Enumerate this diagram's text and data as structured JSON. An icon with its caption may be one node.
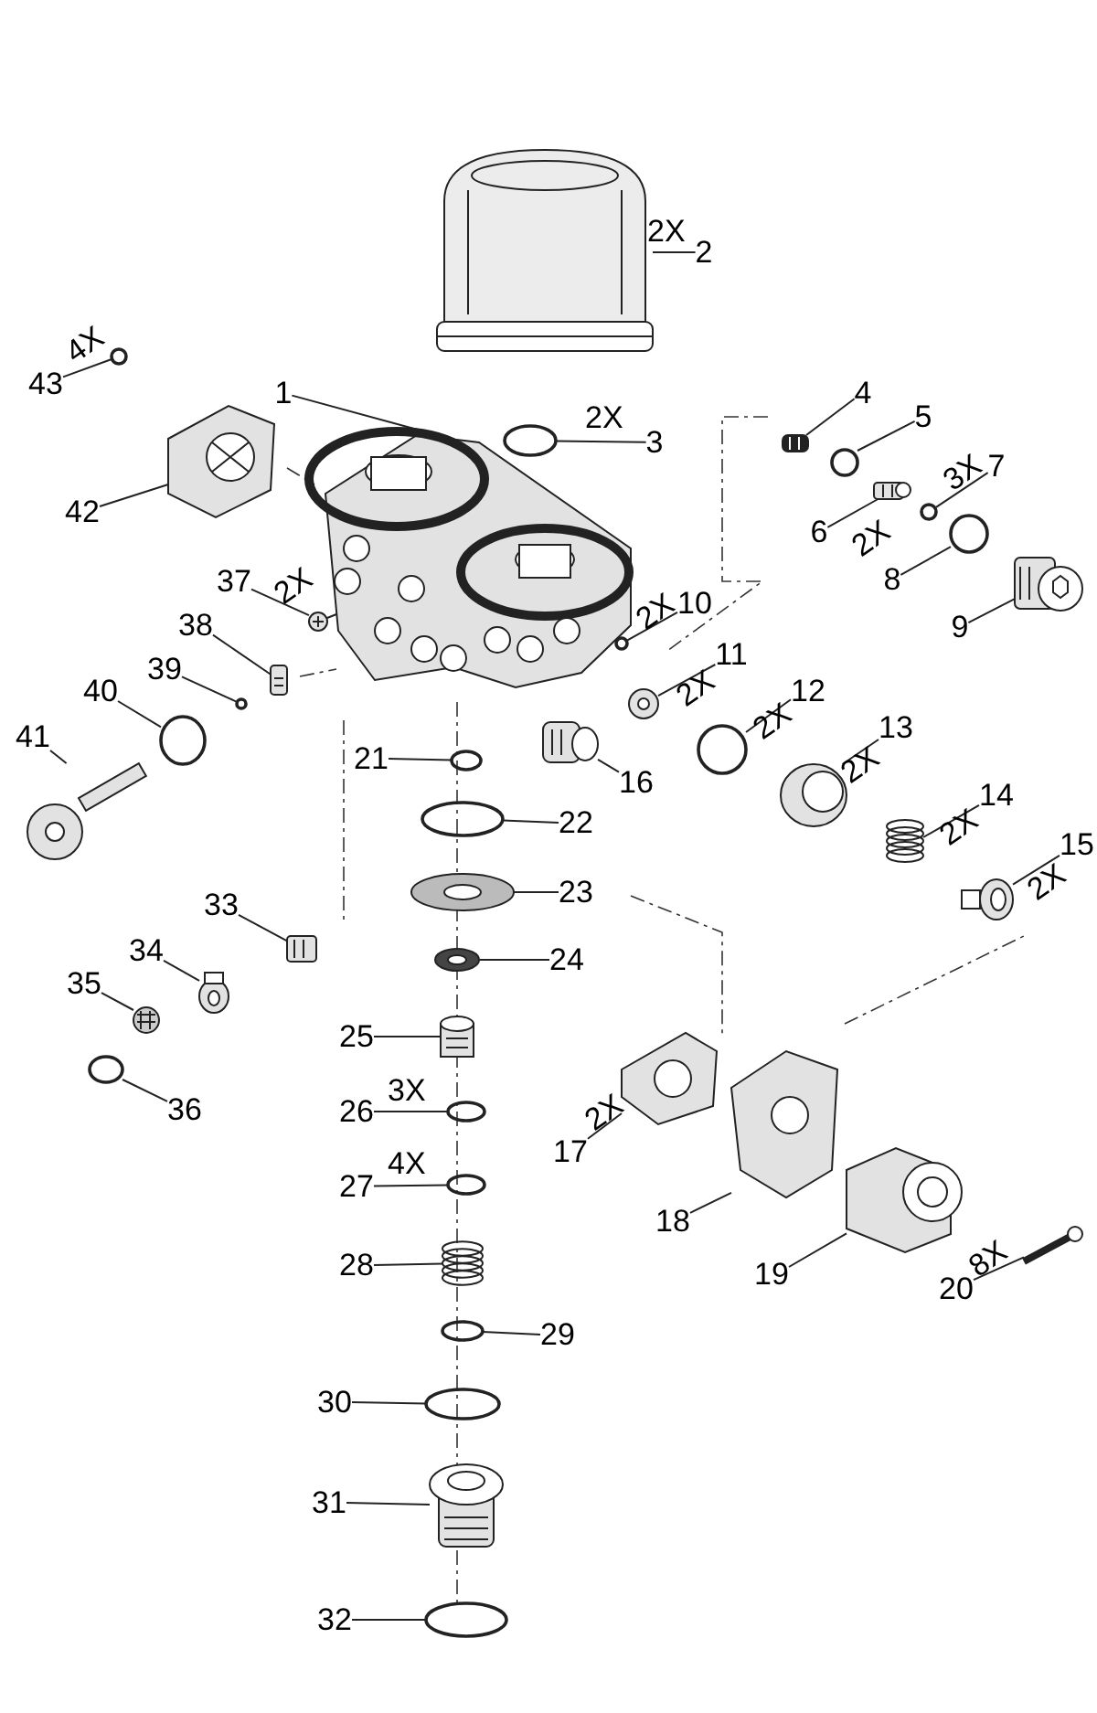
{
  "diagram": {
    "nodes": [
      {
        "text": [
          "1"
        ]
      },
      {
        "text": [
          "2"
        ],
        "beside": [
          "2X"
        ]
      },
      {
        "text": [
          "3"
        ],
        "beside": [
          "2X"
        ]
      },
      {
        "text": [
          "4"
        ]
      },
      {
        "text": [
          "5"
        ]
      },
      {
        "text": [
          "6"
        ],
        "beside": [
          "2X"
        ]
      },
      {
        "text": [
          "7"
        ],
        "beside": [
          "3X"
        ]
      },
      {
        "text": [
          "8"
        ]
      },
      {
        "text": [
          "9"
        ]
      },
      {
        "text": [
          "10"
        ],
        "beside": [
          "2X"
        ]
      },
      {
        "text": [
          "11"
        ],
        "beside": [
          "2X"
        ]
      },
      {
        "text": [
          "12"
        ],
        "beside": [
          "2X"
        ]
      },
      {
        "text": [
          "13"
        ],
        "beside": [
          "2X"
        ]
      },
      {
        "text": [
          "14"
        ],
        "beside": [
          "2X"
        ]
      },
      {
        "text": [
          "15"
        ],
        "beside": [
          "2X"
        ]
      },
      {
        "text": [
          "16"
        ]
      },
      {
        "text": [
          "17"
        ],
        "beside": [
          "2X"
        ]
      },
      {
        "text": [
          "18"
        ]
      },
      {
        "text": [
          "19"
        ]
      },
      {
        "text": [
          "20"
        ],
        "beside": [
          "8X"
        ]
      },
      {
        "text": [
          "21"
        ]
      },
      {
        "text": [
          "22"
        ]
      },
      {
        "text": [
          "23"
        ]
      },
      {
        "text": [
          "24"
        ]
      },
      {
        "text": [
          "25"
        ]
      },
      {
        "text": [
          "26"
        ],
        "beside": [
          "3X"
        ]
      },
      {
        "text": [
          "27"
        ],
        "beside": [
          "4X"
        ]
      },
      {
        "text": [
          "28"
        ]
      },
      {
        "text": [
          "29"
        ]
      },
      {
        "text": [
          "30"
        ]
      },
      {
        "text": [
          "31"
        ]
      },
      {
        "text": [
          "32"
        ]
      },
      {
        "text": [
          "33"
        ]
      },
      {
        "text": [
          "34"
        ]
      },
      {
        "text": [
          "35"
        ]
      },
      {
        "text": [
          "36"
        ]
      },
      {
        "text": [
          "37"
        ],
        "beside": [
          "2X"
        ]
      },
      {
        "text": [
          "38"
        ]
      },
      {
        "text": [
          "39"
        ]
      },
      {
        "text": [
          "40"
        ]
      },
      {
        "text": [
          "41"
        ]
      },
      {
        "text": [
          "42"
        ]
      },
      {
        "text": [
          "43"
        ],
        "beside": [
          "4X"
        ]
      },
      {
        "text": [],
        "shape": "picture"
      },
      {
        "text": [],
        "shape": "picture"
      },
      {
        "text": [],
        "shape": "circle"
      },
      {
        "text": [],
        "shape": "picture"
      },
      {
        "text": [],
        "shape": "circle"
      },
      {
        "text": [],
        "shape": "picture"
      },
      {
        "text": [],
        "shape": "circle"
      },
      {
        "text": [],
        "shape": "circle"
      },
      {
        "text": [],
        "shape": "picture"
      },
      {
        "text": [],
        "shape": "circle"
      },
      {
        "text": [],
        "shape": "picture"
      },
      {
        "text": [],
        "shape": "circle"
      },
      {
        "text": [],
        "shape": "picture"
      },
      {
        "text": [],
        "shape": "picture"
      },
      {
        "text": [],
        "shape": "picture"
      },
      {
        "text": [],
        "shape": "picture"
      },
      {
        "text": [],
        "shape": "picture"
      },
      {
        "text": [],
        "shape": "picture"
      },
      {
        "text": [],
        "shape": "picture"
      },
      {
        "text": [],
        "shape": "picture"
      },
      {
        "text": [],
        "shape": "circle"
      },
      {
        "text": [],
        "shape": "circle"
      },
      {
        "text": [],
        "shape": "picture"
      },
      {
        "text": [],
        "shape": "picture"
      },
      {
        "text": [],
        "shape": "picture"
      },
      {
        "text": [],
        "shape": "circle"
      },
      {
        "text": [],
        "shape": "circle"
      },
      {
        "text": [],
        "shape": "picture"
      },
      {
        "text": [],
        "shape": "circle"
      },
      {
        "text": [],
        "shape": "circle"
      },
      {
        "text": [],
        "shape": "picture"
      },
      {
        "text": [],
        "shape": "circle"
      },
      {
        "text": [],
        "shape": "picture"
      },
      {
        "text": [],
        "shape": "picture"
      },
      {
        "text": [],
        "shape": "picture"
      },
      {
        "text": [],
        "shape": "circle"
      },
      {
        "text": [],
        "shape": "picture"
      },
      {
        "text": [],
        "shape": "picture"
      },
      {
        "text": [],
        "shape": "circle"
      },
      {
        "text": [],
        "shape": "circle"
      },
      {
        "text": [],
        "shape": "picture"
      },
      {
        "text": [],
        "shape": "picture"
      },
      {
        "text": [],
        "shape": "circle"
      }
    ],
    "edges": [
      {
        "from": 0,
        "to": 43,
        "arrow": "none"
      },
      {
        "from": 1,
        "to": 44,
        "arrow": "none"
      },
      {
        "from": 2,
        "to": 45,
        "arrow": "none"
      },
      {
        "from": 3,
        "to": 46,
        "arrow": "none"
      },
      {
        "from": 4,
        "to": 47,
        "arrow": "none"
      },
      {
        "from": 5,
        "to": 48,
        "arrow": "none"
      },
      {
        "from": 6,
        "to": 49,
        "arrow": "none"
      },
      {
        "from": 7,
        "to": 50,
        "arrow": "none"
      },
      {
        "from": 8,
        "to": 51,
        "arrow": "none"
      },
      {
        "from": 9,
        "to": 52,
        "arrow": "none"
      },
      {
        "from": 10,
        "to": 53,
        "arrow": "none"
      },
      {
        "from": 11,
        "to": 54,
        "arrow": "none"
      },
      {
        "from": 12,
        "to": 55,
        "arrow": "none"
      },
      {
        "from": 13,
        "to": 56,
        "arrow": "none"
      },
      {
        "from": 14,
        "to": 57,
        "arrow": "none"
      },
      {
        "from": 15,
        "to": 58,
        "arrow": "none"
      },
      {
        "from": 16,
        "to": 59,
        "arrow": "none"
      },
      {
        "from": 17,
        "to": 60,
        "arrow": "none"
      },
      {
        "from": 18,
        "to": 61,
        "arrow": "none"
      },
      {
        "from": 19,
        "to": 62,
        "arrow": "none"
      },
      {
        "from": 20,
        "to": 63,
        "arrow": "none"
      },
      {
        "from": 21,
        "to": 64,
        "arrow": "none"
      },
      {
        "from": 22,
        "to": 65,
        "arrow": "none"
      },
      {
        "from": 23,
        "to": 66,
        "arrow": "none"
      },
      {
        "from": 24,
        "to": 67,
        "arrow": "none"
      },
      {
        "from": 25,
        "to": 68,
        "arrow": "none"
      },
      {
        "from": 26,
        "to": 69,
        "arrow": "none"
      },
      {
        "from": 27,
        "to": 70,
        "arrow": "none"
      },
      {
        "from": 28,
        "to": 71,
        "arrow": "none"
      },
      {
        "from": 29,
        "to": 72,
        "arrow": "none"
      },
      {
        "from": 30,
        "to": 73,
        "arrow": "none"
      },
      {
        "from": 31,
        "to": 74,
        "arrow": "none"
      },
      {
        "from": 32,
        "to": 75,
        "arrow": "none"
      },
      {
        "from": 33,
        "to": 76,
        "arrow": "none"
      },
      {
        "from": 34,
        "to": 77,
        "arrow": "none"
      },
      {
        "from": 35,
        "to": 78,
        "arrow": "none"
      },
      {
        "from": 36,
        "to": 79,
        "arrow": "none"
      },
      {
        "from": 37,
        "to": 80,
        "arrow": "none"
      },
      {
        "from": 38,
        "to": 81,
        "arrow": "none"
      },
      {
        "from": 39,
        "to": 82,
        "arrow": "none"
      },
      {
        "from": 40,
        "to": 83,
        "arrow": "none"
      },
      {
        "from": 41,
        "to": 84,
        "arrow": "none"
      },
      {
        "from": 42,
        "to": 85,
        "arrow": "none"
      }
    ]
  }
}
